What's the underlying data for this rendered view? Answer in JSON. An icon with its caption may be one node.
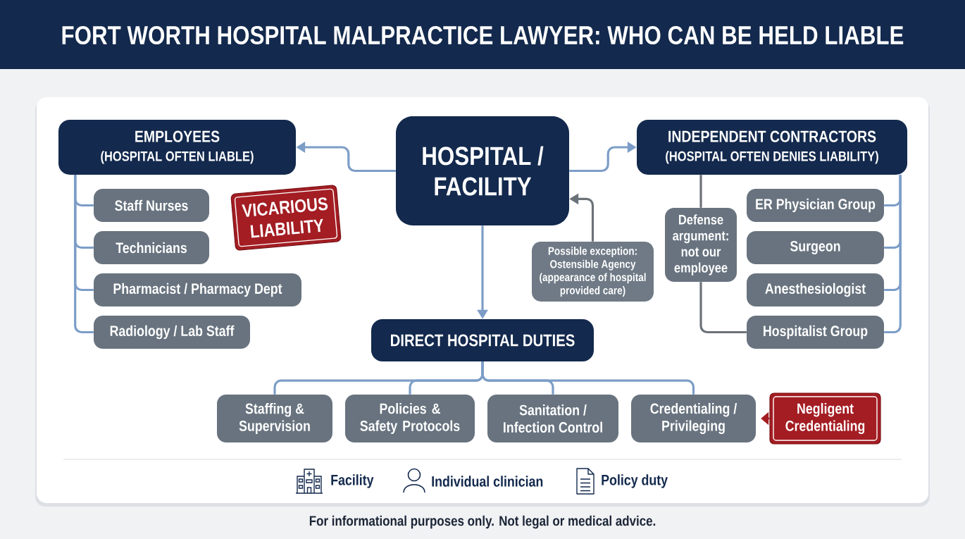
{
  "diagram": {
    "title": "FORT WORTH HOSPITAL MALPRACTICE LAWYER: WHO CAN BE HELD LIABLE",
    "caption": "For informational purposes only. Not legal or medical advice.",
    "nodes": [
      {
        "text": [
          "HOSPITAL / FACILITY"
        ]
      },
      {
        "text": [
          "EMPLOYEES",
          "(HOSPITAL OFTEN LIABLE)"
        ]
      },
      {
        "text": [
          "Staff Nurses"
        ]
      },
      {
        "text": [
          "Technicians"
        ]
      },
      {
        "text": [
          "Pharmacist / Pharmacy Dept"
        ]
      },
      {
        "text": [
          "Radiology / Lab Staff"
        ]
      },
      {
        "text": [
          "VICARIOUS LIABILITY"
        ]
      },
      {
        "text": [
          "INDEPENDENT CONTRACTORS",
          "(HOSPITAL OFTEN DENIES LIABILITY)"
        ]
      },
      {
        "text": [
          "Defense argument: not our employee"
        ]
      },
      {
        "text": [
          "ER Physician Group"
        ]
      },
      {
        "text": [
          "Surgeon"
        ]
      },
      {
        "text": [
          "Anesthesiologist"
        ]
      },
      {
        "text": [
          "Hospitalist Group"
        ]
      },
      {
        "text": [
          "Possible exception: Ostensible Agency (appearance of hospital provided care)"
        ]
      },
      {
        "text": [
          "DIRECT HOSPITAL DUTIES"
        ]
      },
      {
        "text": [
          "Staffing & Supervision"
        ]
      },
      {
        "text": [
          "Policies & Safety Protocols"
        ]
      },
      {
        "text": [
          "Sanitation / Infection Control"
        ]
      },
      {
        "text": [
          "Credentialing / Privileging"
        ]
      },
      {
        "text": [
          "Negligent Credentialing"
        ]
      }
    ],
    "edges": [
      {
        "from": 0,
        "to": 1,
        "arrow": "to"
      },
      {
        "from": 0,
        "to": 7,
        "arrow": "to"
      },
      {
        "from": 0,
        "to": 14,
        "arrow": "to"
      },
      {
        "from": 13,
        "to": 0,
        "arrow": "to",
        "color": "#6b7278"
      },
      {
        "from": 1,
        "to": 2,
        "arrow": "none"
      },
      {
        "from": 1,
        "to": 3,
        "arrow": "none"
      },
      {
        "from": 1,
        "to": 4,
        "arrow": "none"
      },
      {
        "from": 1,
        "to": 5,
        "arrow": "none"
      },
      {
        "from": 7,
        "to": 9,
        "arrow": "none"
      },
      {
        "from": 7,
        "to": 10,
        "arrow": "none"
      },
      {
        "from": 7,
        "to": 11,
        "arrow": "none"
      },
      {
        "from": 7,
        "to": 12,
        "arrow": "none"
      },
      {
        "from": 7,
        "to": 8,
        "arrow": "none",
        "color": "#6b7278"
      },
      {
        "from": 8,
        "to": 12,
        "arrow": "none",
        "color": "#6b7278"
      },
      {
        "from": 14,
        "to": 15,
        "arrow": "none"
      },
      {
        "from": 14,
        "to": 16,
        "arrow": "none"
      },
      {
        "from": 14,
        "to": 17,
        "arrow": "none"
      },
      {
        "from": 14,
        "to": 18,
        "arrow": "none"
      },
      {
        "from": 19,
        "to": 18,
        "arrow": "to",
        "color": "#a31d23"
      }
    ],
    "legend": [
      {
        "text": "Facility"
      },
      {
        "text": "Individual clinician"
      },
      {
        "text": "Policy duty"
      }
    ]
  }
}
